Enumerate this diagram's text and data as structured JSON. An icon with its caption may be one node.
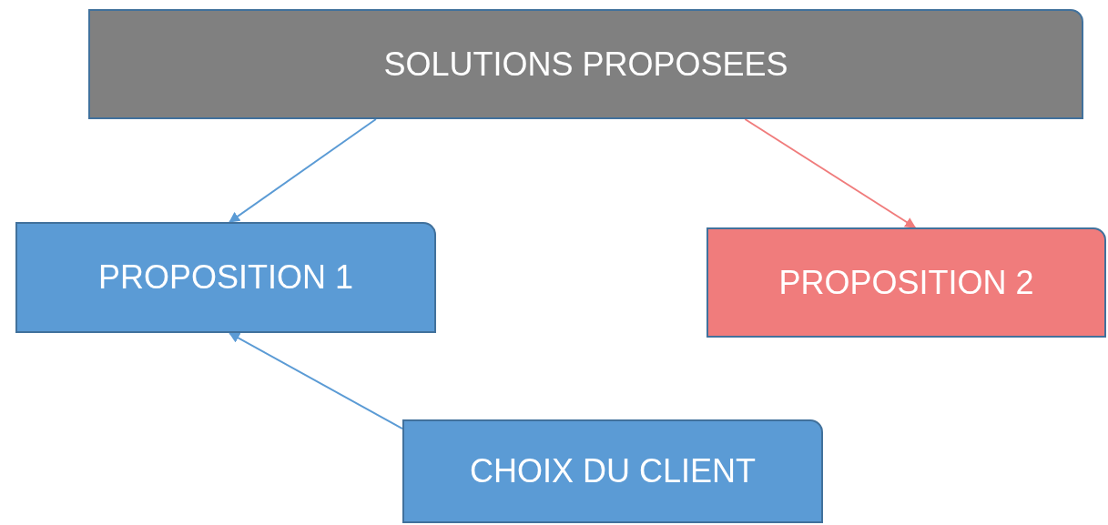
{
  "diagram": {
    "nodes": [
      {
        "text": [
          "SOLUTIONS PROPOSEES"
        ]
      },
      {
        "text": [
          "PROPOSITION 1"
        ]
      },
      {
        "text": [
          "PROPOSITION 2"
        ]
      },
      {
        "text": [
          "CHOIX DU CLIENT"
        ]
      }
    ],
    "edges": [
      {
        "from": 0,
        "to": 1,
        "arrow": "to"
      },
      {
        "from": 0,
        "to": 2,
        "arrow": "to",
        "color": "#f07c7c"
      },
      {
        "from": 3,
        "to": 1,
        "arrow": "to"
      }
    ]
  }
}
